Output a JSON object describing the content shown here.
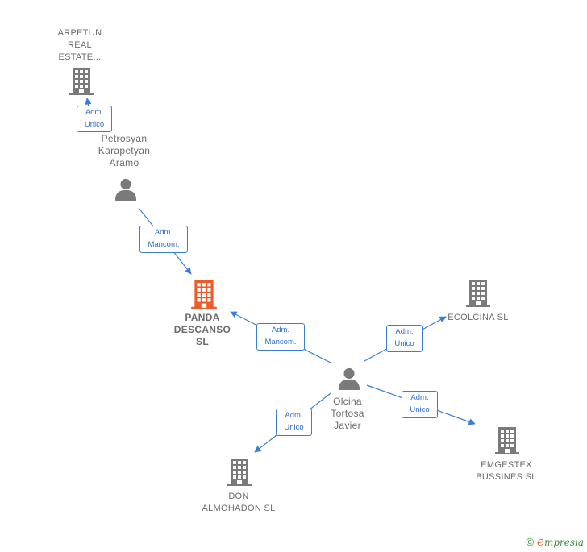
{
  "colors": {
    "edge": "#3a7fd5",
    "node_gray": "#7a7a7a",
    "node_main": "#f05a28"
  },
  "nodes": {
    "arpetun": {
      "label": "ARPETUN\nREAL\nESTATE...",
      "icon": "building-icon"
    },
    "petrosyan": {
      "label": "Petrosyan\nKarapetyan\nAramo",
      "icon": "person-icon"
    },
    "panda": {
      "label": "PANDA\nDESCANSO\nSL",
      "icon": "building-icon"
    },
    "ecolcina": {
      "label": "ECOLCINA  SL",
      "icon": "building-icon"
    },
    "olcina": {
      "label": "Olcina\nTortosa\nJavier",
      "icon": "person-icon"
    },
    "emgestex": {
      "label": "EMGESTEX\nBUSSINES  SL",
      "icon": "building-icon"
    },
    "don": {
      "label": "DON\nALMOHADON SL",
      "icon": "building-icon"
    }
  },
  "edges": {
    "petrosyan_arpetun": "Adm.\nUnico",
    "petrosyan_panda": "Adm.\nMancom.",
    "olcina_panda": "Adm.\nMancom.",
    "olcina_ecolcina": "Adm.\nUnico",
    "olcina_emgestex": "Adm.\nUnico",
    "olcina_don": "Adm.\nUnico"
  },
  "footer": {
    "copyright": "©",
    "brand_e": "e",
    "brand_rest": "mpresia"
  }
}
